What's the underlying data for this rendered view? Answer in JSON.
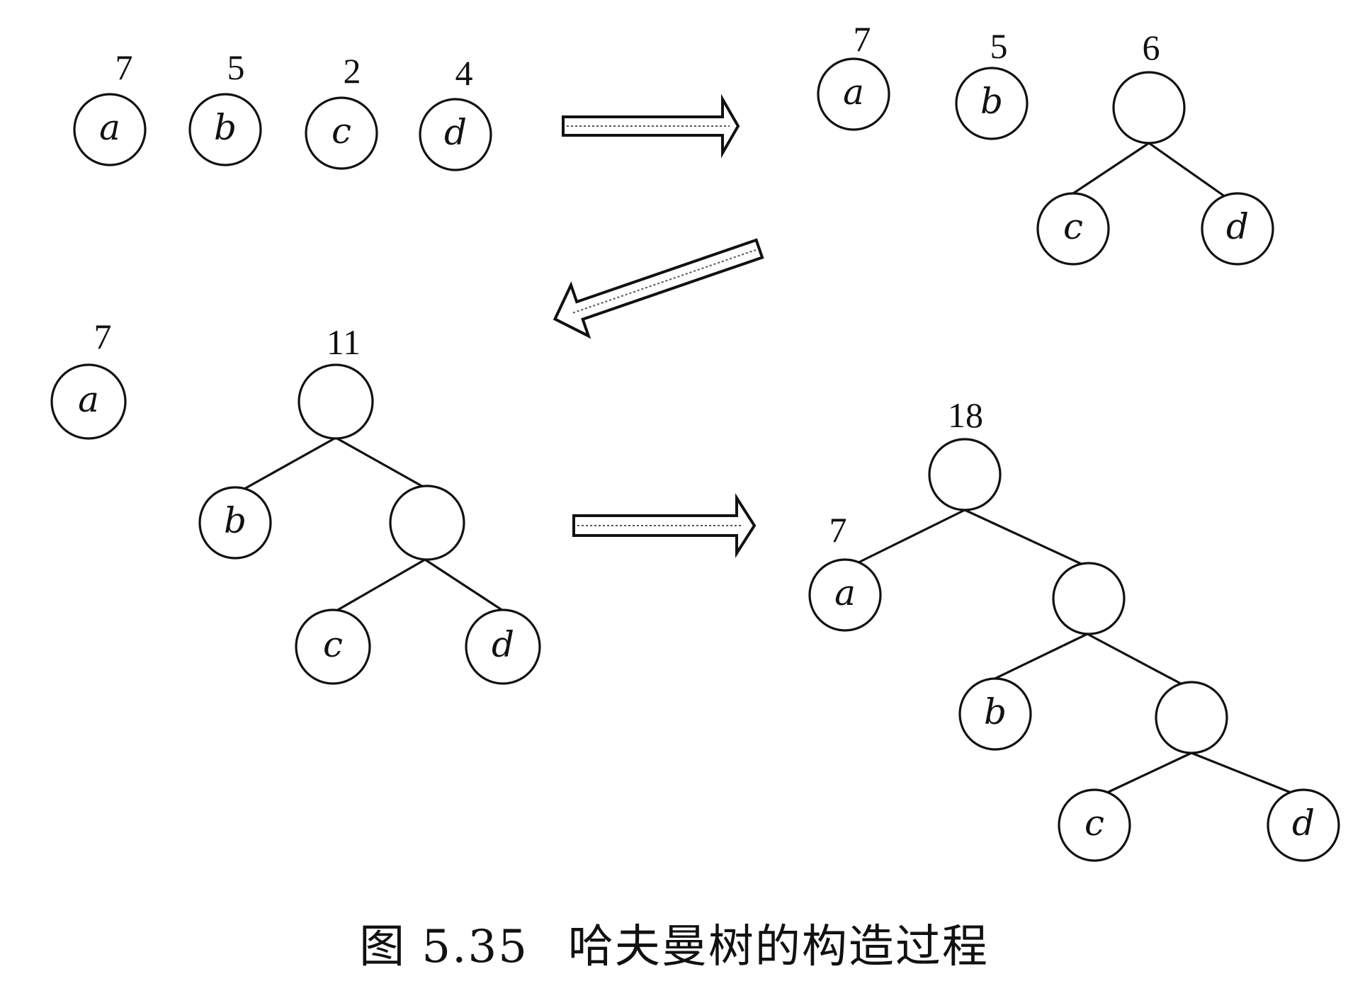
{
  "caption": {
    "figure_number": "图 5.35",
    "title": "哈夫曼树的构造过程"
  },
  "stages": [
    {
      "id": "stage-1",
      "nodes": [
        {
          "label": "a",
          "weight": "7"
        },
        {
          "label": "b",
          "weight": "5"
        },
        {
          "label": "c",
          "weight": "2"
        },
        {
          "label": "d",
          "weight": "4"
        }
      ]
    },
    {
      "id": "stage-2",
      "nodes": [
        {
          "label": "a",
          "weight": "7"
        },
        {
          "label": "b",
          "weight": "5"
        },
        {
          "label": "",
          "weight": "6"
        },
        {
          "label": "c",
          "weight": ""
        },
        {
          "label": "d",
          "weight": ""
        }
      ]
    },
    {
      "id": "stage-3",
      "nodes": [
        {
          "label": "a",
          "weight": "7"
        },
        {
          "label": "",
          "weight": "11"
        },
        {
          "label": "b",
          "weight": ""
        },
        {
          "label": "",
          "weight": ""
        },
        {
          "label": "c",
          "weight": ""
        },
        {
          "label": "d",
          "weight": ""
        }
      ]
    },
    {
      "id": "stage-4",
      "nodes": [
        {
          "label": "",
          "weight": "18"
        },
        {
          "label": "a",
          "weight": "7"
        },
        {
          "label": "",
          "weight": ""
        },
        {
          "label": "b",
          "weight": ""
        },
        {
          "label": "",
          "weight": ""
        },
        {
          "label": "c",
          "weight": ""
        },
        {
          "label": "d",
          "weight": ""
        }
      ]
    }
  ]
}
